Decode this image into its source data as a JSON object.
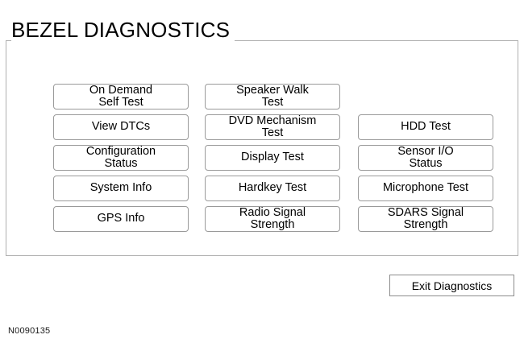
{
  "page": {
    "title": "BEZEL DIAGNOSTICS",
    "reference_code": "N0090135",
    "background_color": "#ffffff",
    "panel_border_color": "#b0b0b0",
    "button_border_color": "#9a9a9a",
    "text_color": "#000000"
  },
  "panel": {
    "columns": [
      {
        "name": "column-1",
        "buttons": [
          {
            "label": "On Demand\nSelf Test",
            "name": "on-demand-self-test"
          },
          {
            "label": "View DTCs",
            "name": "view-dtcs"
          },
          {
            "label": "Configuration\nStatus",
            "name": "configuration-status"
          },
          {
            "label": "System Info",
            "name": "system-info"
          },
          {
            "label": "GPS Info",
            "name": "gps-info"
          }
        ]
      },
      {
        "name": "column-2",
        "buttons": [
          {
            "label": "Speaker Walk\nTest",
            "name": "speaker-walk-test"
          },
          {
            "label": "DVD Mechanism\nTest",
            "name": "dvd-mechanism-test"
          },
          {
            "label": "Display Test",
            "name": "display-test"
          },
          {
            "label": "Hardkey Test",
            "name": "hardkey-test"
          },
          {
            "label": "Radio Signal\nStrength",
            "name": "radio-signal-strength"
          }
        ]
      },
      {
        "name": "column-3",
        "buttons": [
          {
            "label": "HDD Test",
            "name": "hdd-test"
          },
          {
            "label": "Sensor I/O\nStatus",
            "name": "sensor-io-status"
          },
          {
            "label": "Microphone Test",
            "name": "microphone-test"
          },
          {
            "label": "SDARS Signal\nStrength",
            "name": "sdars-signal-strength"
          }
        ]
      }
    ]
  },
  "footer": {
    "exit_label": "Exit Diagnostics"
  }
}
